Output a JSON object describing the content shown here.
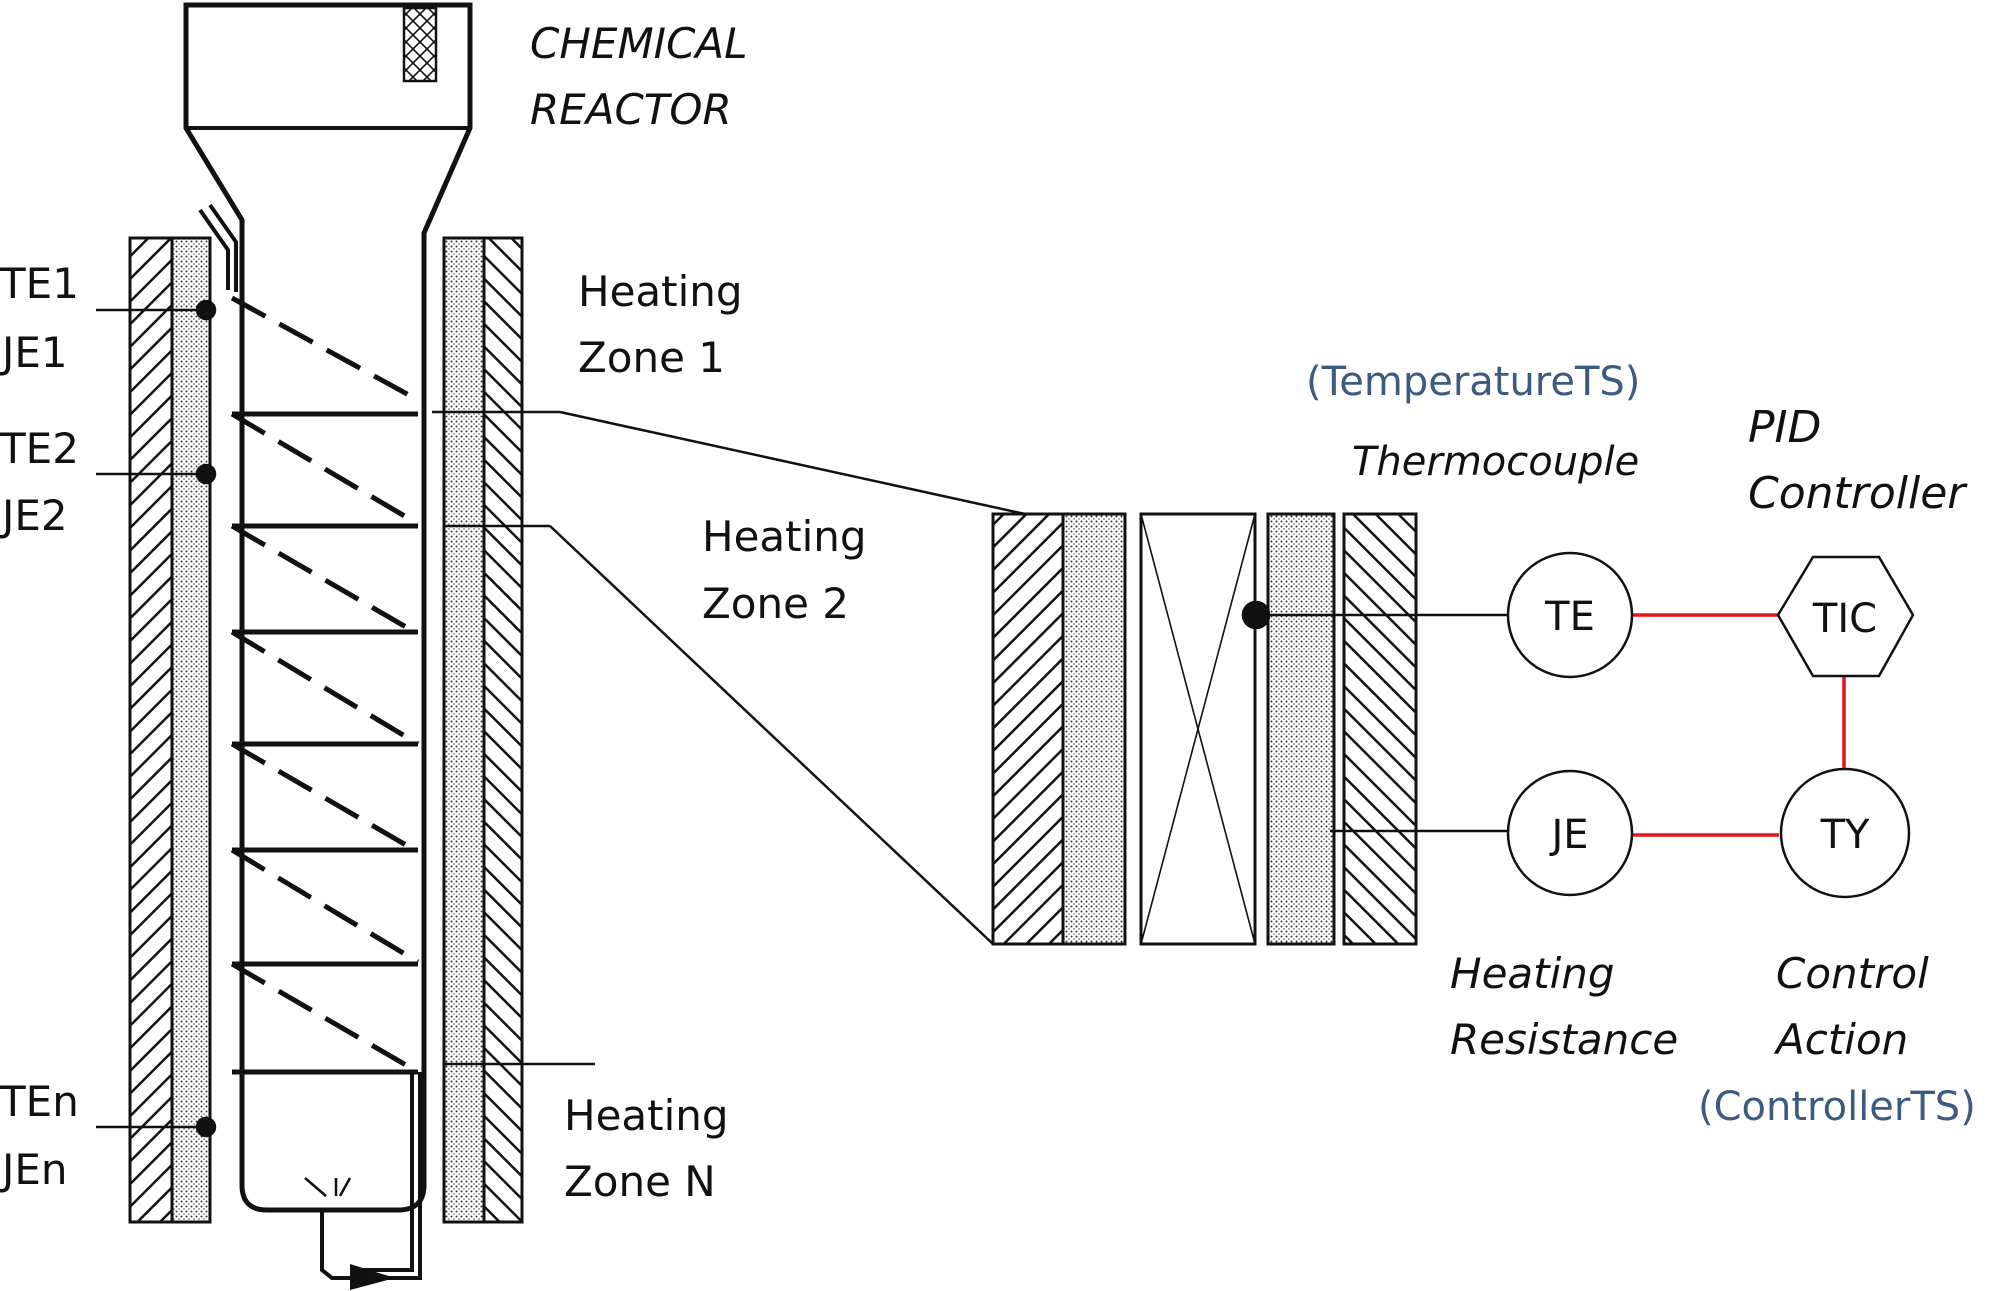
{
  "reactor_title": [
    "CHEMICAL",
    "REACTOR"
  ],
  "sensors": [
    {
      "te": "TE1",
      "je": "JE1"
    },
    {
      "te": "TE2",
      "je": "JE2"
    },
    {
      "te": "TEn",
      "je": "JEn"
    }
  ],
  "zones": [
    [
      "Heating",
      "Zone 1"
    ],
    [
      "Heating",
      "Zone 2"
    ],
    [
      "Heating",
      "Zone N"
    ]
  ],
  "temperature_ts": "(TemperatureTS)",
  "thermocouple": "Thermocouple",
  "pid": [
    "PID",
    "Controller"
  ],
  "nodes": {
    "te": "TE",
    "tic": "TIC",
    "je": "JE",
    "ty": "TY"
  },
  "heating_resistance": [
    "Heating",
    "Resistance"
  ],
  "control_action": [
    "Control",
    "Action"
  ],
  "controller_ts": "(ControllerTS)",
  "colors": {
    "signal_line": "#e8141e",
    "annotation_text": "#3d5a80",
    "stroke": "#111111"
  }
}
